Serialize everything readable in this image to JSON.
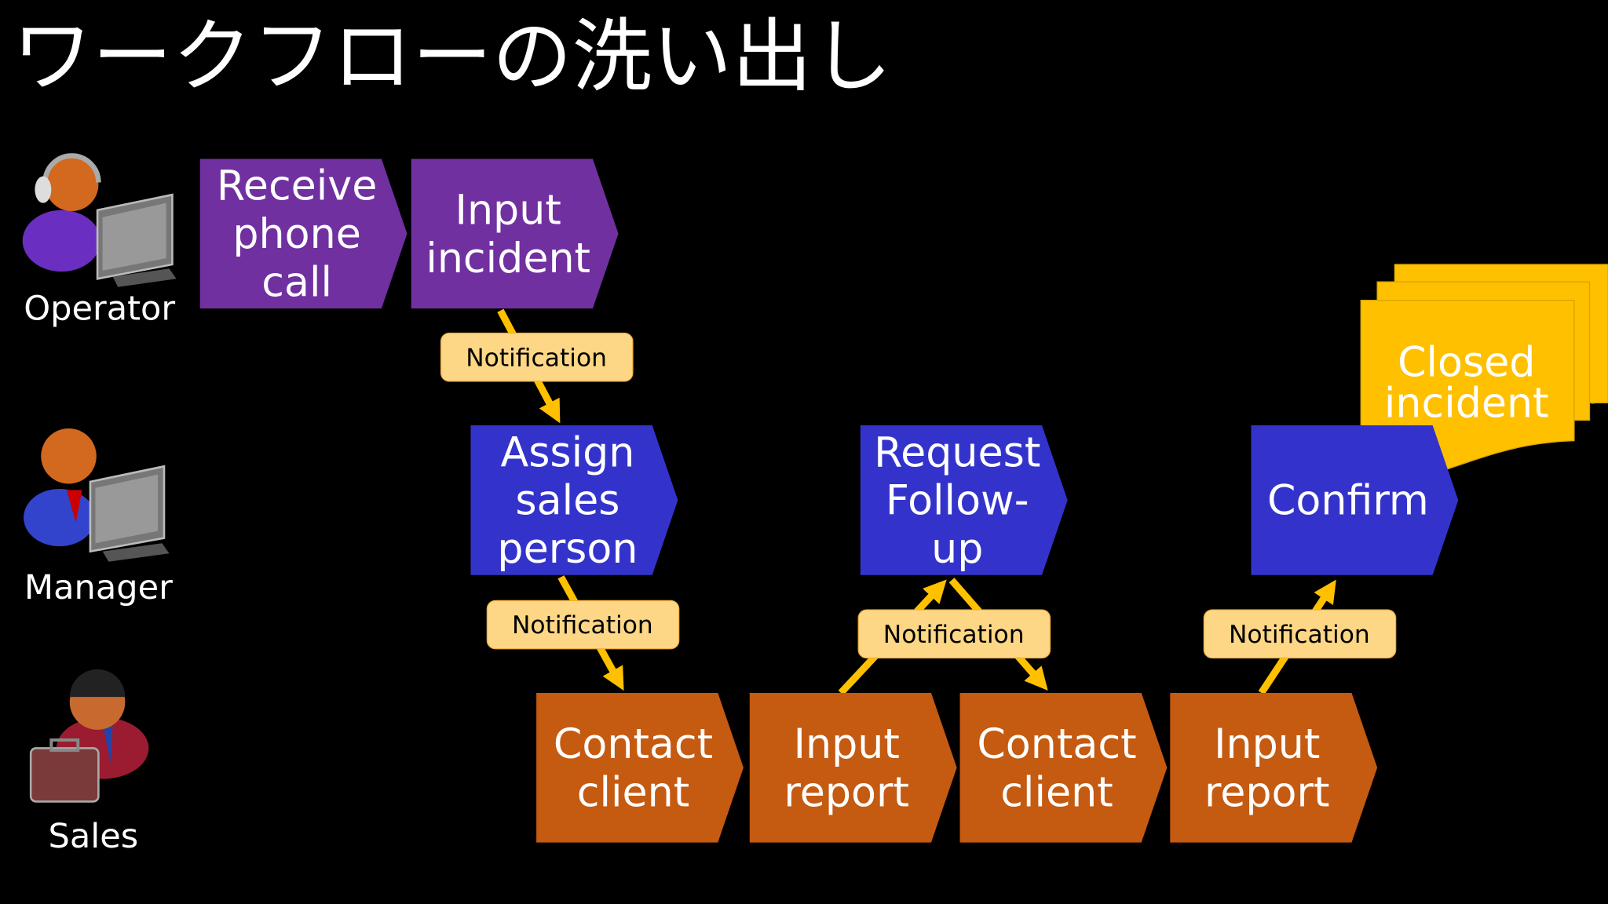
{
  "title": "ワークフローの洗い出し",
  "colors": {
    "operator": "#7030a0",
    "manager": "#3333cc",
    "sales": "#c55a11",
    "document": "#ffc000",
    "notification": "#fdd785",
    "arrow": "#ffc000"
  },
  "roles": [
    {
      "label": "Operator",
      "icon": "operator-headset-computer-icon"
    },
    {
      "label": "Manager",
      "icon": "manager-computer-icon"
    },
    {
      "label": "Sales",
      "icon": "sales-briefcase-icon"
    }
  ],
  "steps": [
    {
      "lines": [
        "Receive",
        "phone",
        "call"
      ],
      "role": "Operator"
    },
    {
      "lines": [
        "Input",
        "incident"
      ],
      "role": "Operator"
    },
    {
      "lines": [
        "Assign",
        "sales",
        "person"
      ],
      "role": "Manager"
    },
    {
      "lines": [
        "Request",
        "Follow-",
        "up"
      ],
      "role": "Manager"
    },
    {
      "lines": [
        "Confirm"
      ],
      "role": "Manager"
    },
    {
      "lines": [
        "Contact",
        "client"
      ],
      "role": "Sales"
    },
    {
      "lines": [
        "Input",
        "report"
      ],
      "role": "Sales"
    },
    {
      "lines": [
        "Contact",
        "client"
      ],
      "role": "Sales"
    },
    {
      "lines": [
        "Input",
        "report"
      ],
      "role": "Sales"
    }
  ],
  "notifications": [
    "Notification",
    "Notification",
    "Notification",
    "Notification"
  ],
  "document": {
    "lines": [
      "Closed",
      "incident"
    ]
  }
}
